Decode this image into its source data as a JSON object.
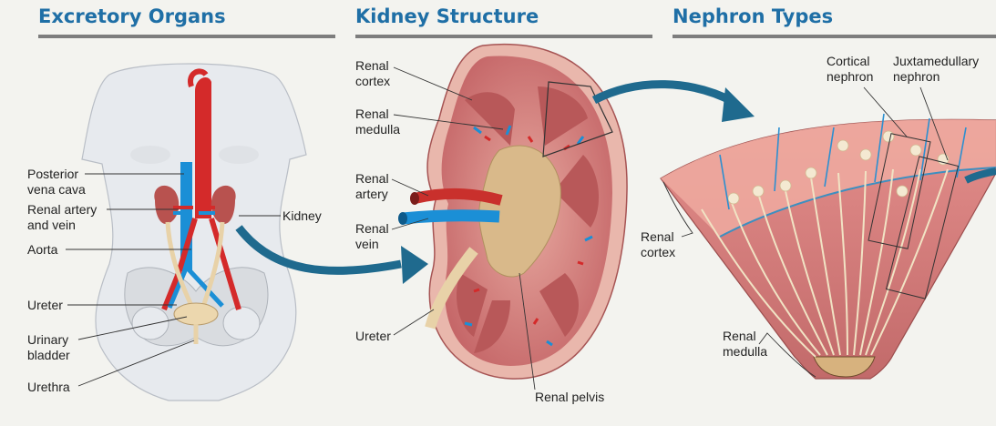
{
  "panels": [
    {
      "title": "Excretory Organs"
    },
    {
      "title": "Kidney Structure"
    },
    {
      "title": "Nephron Types"
    }
  ],
  "organs_labels": {
    "posterior_vena_cava": "Posterior\nvena cava",
    "renal_artery_vein": "Renal artery\nand vein",
    "aorta": "Aorta",
    "ureter": "Ureter",
    "urinary_bladder": "Urinary\nbladder",
    "urethra": "Urethra",
    "kidney": "Kidney"
  },
  "kidney_labels": {
    "renal_cortex": "Renal\ncortex",
    "renal_medulla": "Renal\nmedulla",
    "renal_artery": "Renal\nartery",
    "renal_vein": "Renal\nvein",
    "ureter": "Ureter",
    "renal_pelvis": "Renal pelvis"
  },
  "nephron_labels": {
    "cortical_nephron": "Cortical\nnephron",
    "juxtamedullary_nephron": "Juxtamedullary\nnephron",
    "renal_cortex": "Renal\ncortex",
    "renal_medulla": "Renal\nmedulla"
  },
  "colors": {
    "title": "#1f6fa6",
    "arrow": "#1f6a8e",
    "artery": "#d42a2a",
    "vein": "#1b8fd6",
    "kidney": "#c56a6a",
    "tube": "#e8d2a8"
  }
}
